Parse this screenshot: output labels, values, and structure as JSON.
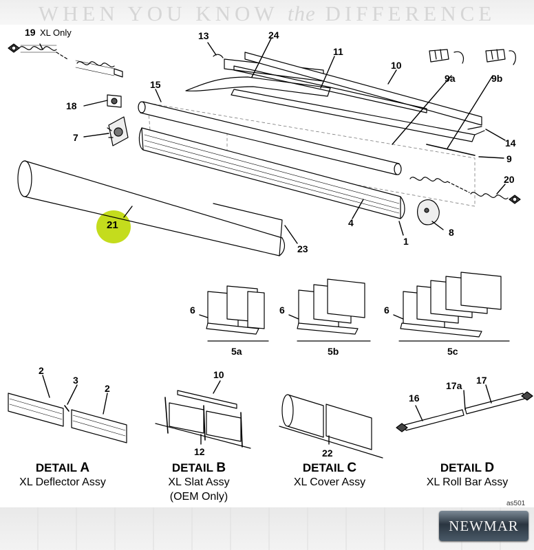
{
  "header": {
    "tagline_pre": "WHEN YOU KNOW",
    "tagline_the": "the",
    "tagline_post": "DIFFERENCE"
  },
  "callouts": {
    "c19": "19",
    "c19_note": "XL Only",
    "c13": "13",
    "c24": "24",
    "c11": "11",
    "c10": "10",
    "c9a": "9a",
    "c9b": "9b",
    "c18": "18",
    "c15": "15",
    "c7": "7",
    "c14": "14",
    "c9": "9",
    "c20": "20",
    "c21": "21",
    "c4": "4",
    "c8": "8",
    "c1": "1",
    "c23": "23"
  },
  "kits": [
    {
      "part": "6",
      "name": "5a"
    },
    {
      "part": "6",
      "name": "5b"
    },
    {
      "part": "6",
      "name": "5c"
    }
  ],
  "details": [
    {
      "letter": "A",
      "prefix": "DETAIL",
      "subtitle": "XL Deflector Assy",
      "parts": [
        "2",
        "3",
        "2"
      ]
    },
    {
      "letter": "B",
      "prefix": "DETAIL",
      "subtitle": "XL Slat Assy",
      "subtitle2": "(OEM Only)",
      "parts": [
        "10",
        "12"
      ]
    },
    {
      "letter": "C",
      "prefix": "DETAIL",
      "subtitle": "XL Cover Assy",
      "parts": [
        "22"
      ]
    },
    {
      "letter": "D",
      "prefix": "DETAIL",
      "subtitle": "XL Roll Bar Assy",
      "parts": [
        "16",
        "17a",
        "17"
      ]
    }
  ],
  "footer": {
    "ref_code": "as501",
    "logo": "NEWMAR"
  },
  "colors": {
    "highlight": "#c4dc1d",
    "line": "#000000"
  }
}
